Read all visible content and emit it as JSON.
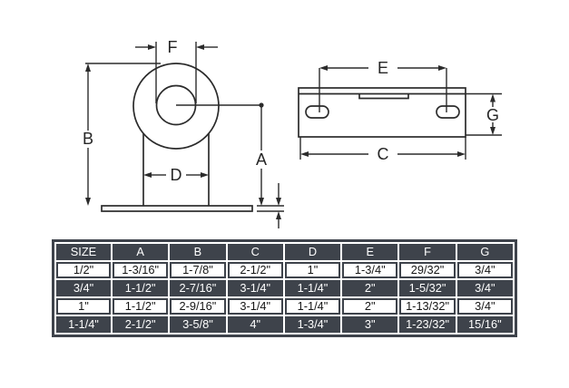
{
  "diagram": {
    "front_view_labels": {
      "F": "F",
      "B": "B",
      "D": "D",
      "A": "A"
    },
    "side_view_labels": {
      "E": "E",
      "C": "C",
      "G": "G"
    }
  },
  "table": {
    "headers": [
      "SIZE",
      "A",
      "B",
      "C",
      "D",
      "E",
      "F",
      "G"
    ],
    "rows": [
      [
        "1/2\"",
        "1-3/16\"",
        "1-7/8\"",
        "2-1/2\"",
        "1\"",
        "1-3/4\"",
        "29/32\"",
        "3/4\""
      ],
      [
        "3/4\"",
        "1-1/2\"",
        "2-7/16\"",
        "3-1/4\"",
        "1-1/4\"",
        "2\"",
        "1-5/32\"",
        "3/4\""
      ],
      [
        "1\"",
        "1-1/2\"",
        "2-9/16\"",
        "3-1/4\"",
        "1-1/4\"",
        "2\"",
        "1-13/32\"",
        "3/4\""
      ],
      [
        "1-1/4\"",
        "2-1/2\"",
        "3-5/8\"",
        "4\"",
        "1-3/4\"",
        "3\"",
        "1-23/32\"",
        "15/16\""
      ]
    ]
  },
  "colors": {
    "background": "#ffffff",
    "line": "#2b2b2b",
    "table_dark": "#3e434b",
    "table_light": "#ffffff",
    "header_text": "#ffffff",
    "cell_text": "#151515"
  }
}
